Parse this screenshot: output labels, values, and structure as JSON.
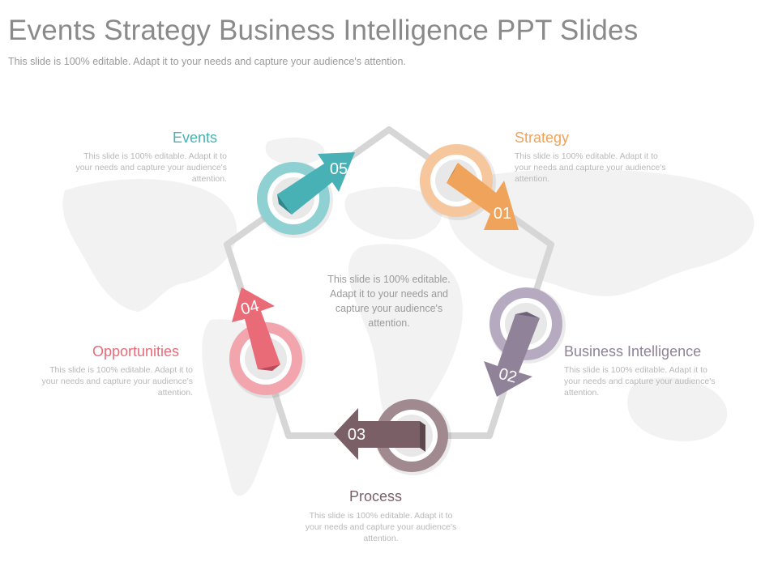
{
  "title": "Events Strategy Business Intelligence PPT Slides",
  "subtitle": "This slide is 100% editable. Adapt it to your needs and capture your audience's attention.",
  "center_text": "This slide is 100% editable. Adapt it to your needs and capture your audience's attention.",
  "colors": {
    "strategy": "#f0a35b",
    "business_intelligence": "#8f8299",
    "process": "#7a5f66",
    "opportunities": "#e96b78",
    "events": "#48b1b5",
    "title": "#8a8a8a"
  },
  "items": [
    {
      "id": "strategy",
      "number": "01",
      "heading": "Strategy",
      "text": "This slide is 100% editable. Adapt it to your needs and capture your audience's attention."
    },
    {
      "id": "business-intelligence",
      "number": "02",
      "heading": "Business Intelligence",
      "text": "This slide is 100% editable. Adapt it to your needs and capture your audience's attention."
    },
    {
      "id": "process",
      "number": "03",
      "heading": "Process",
      "text": "This slide is 100% editable. Adapt it to your needs and capture your audience's attention."
    },
    {
      "id": "opportunities",
      "number": "04",
      "heading": "Opportunities",
      "text": "This slide is 100% editable. Adapt it to your needs and capture your audience's attention."
    },
    {
      "id": "events",
      "number": "05",
      "heading": "Events",
      "text": "This slide is 100% editable. Adapt it to your needs and capture your audience's attention."
    }
  ]
}
